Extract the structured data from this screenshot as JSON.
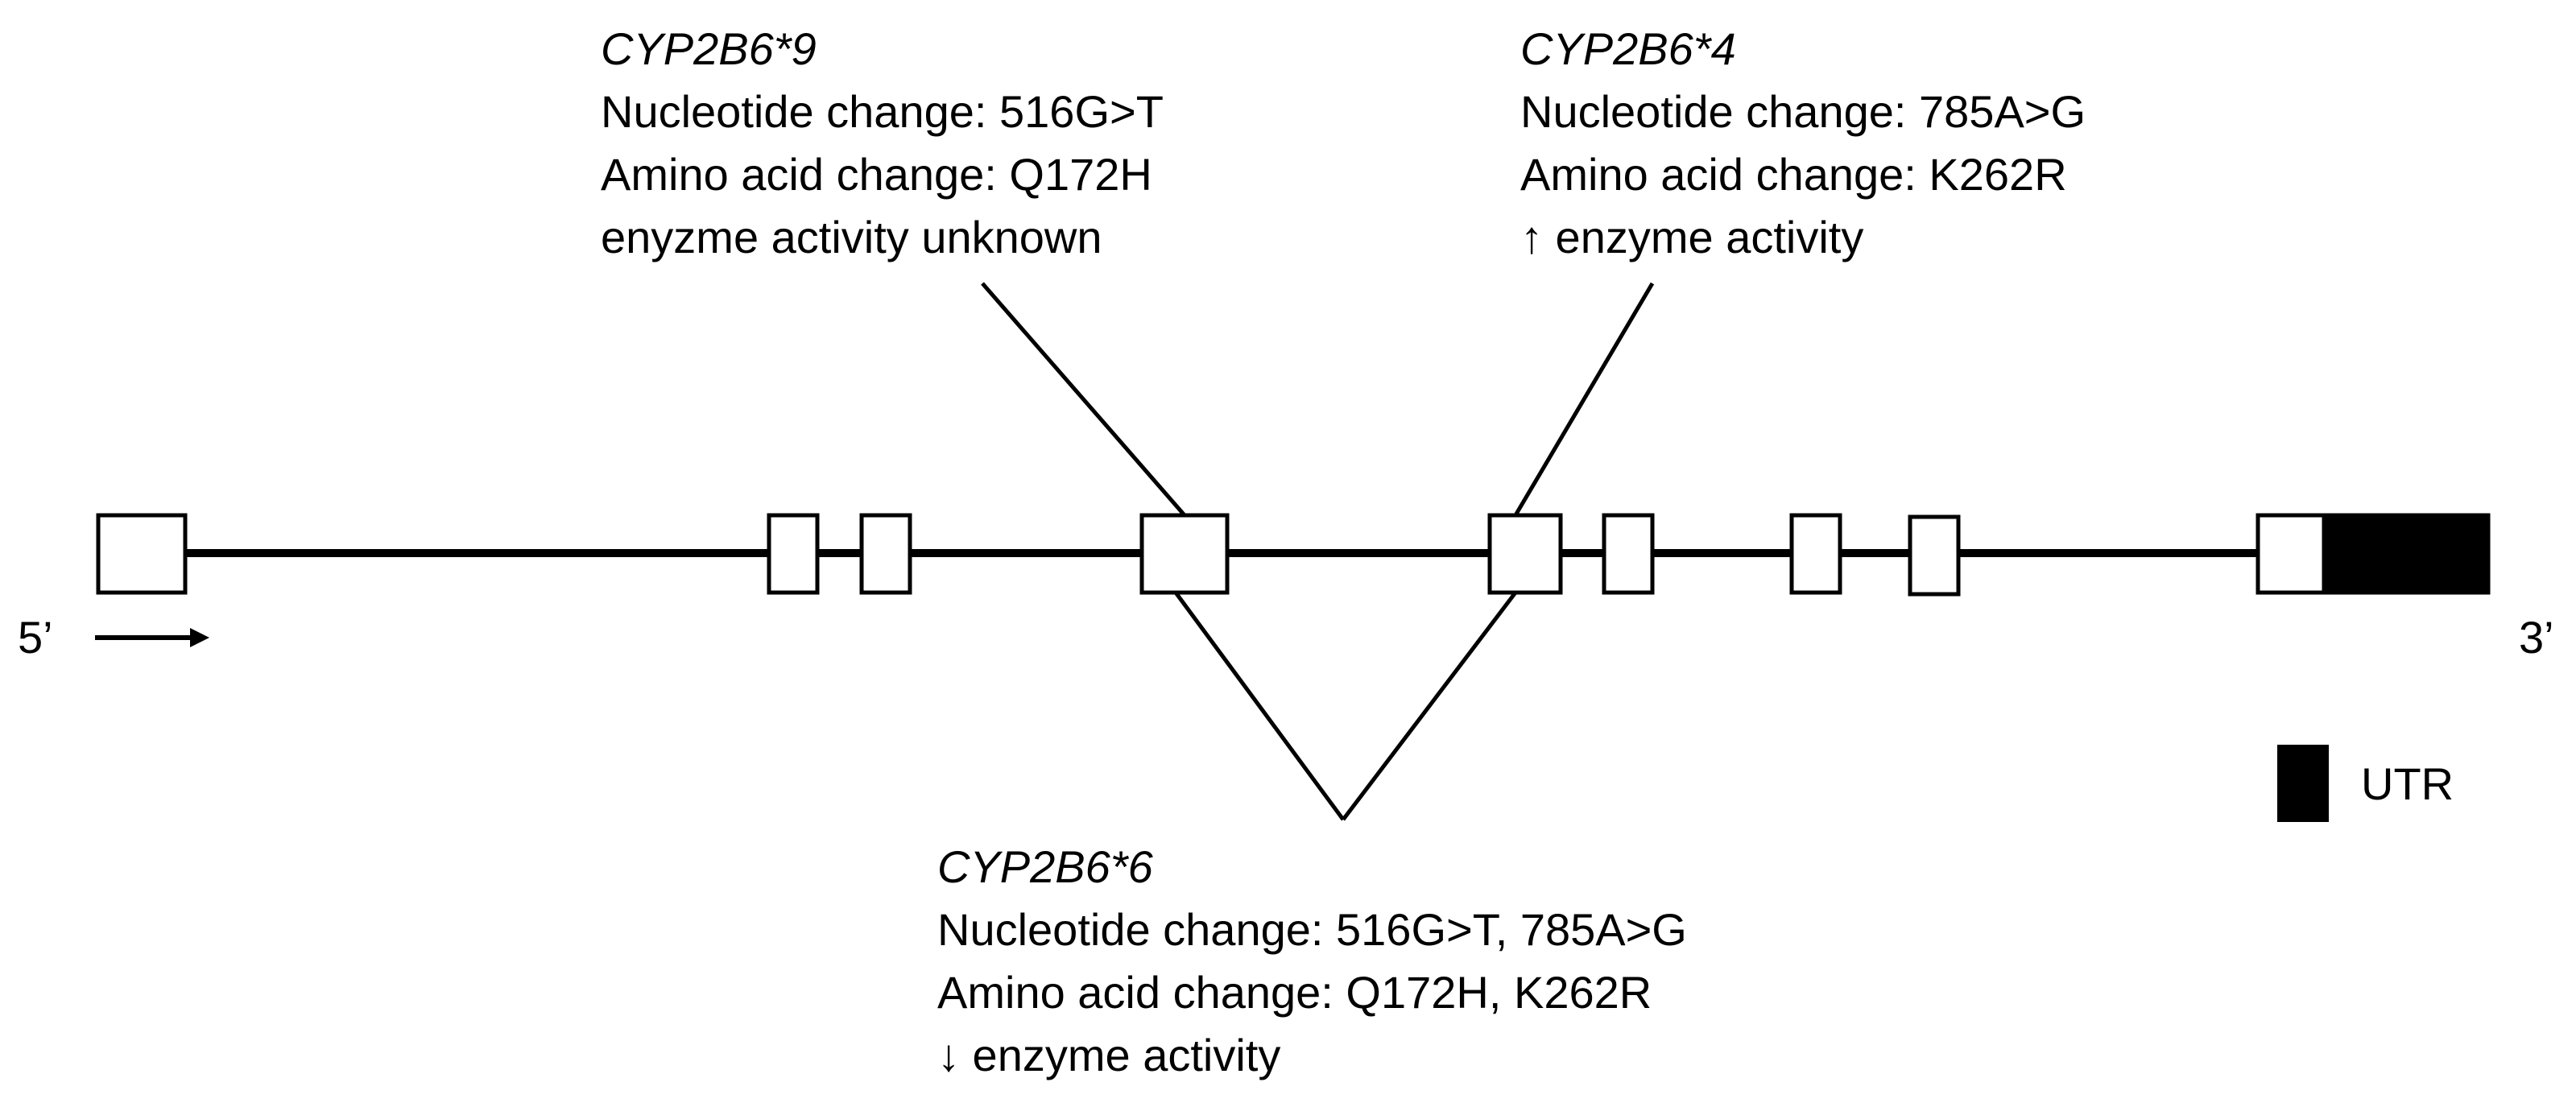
{
  "variants": {
    "star9": {
      "allele": "CYP2B6*9",
      "nucleotide": "Nucleotide change: 516G>T",
      "amino_acid": "Amino acid change: Q172H",
      "activity": "enyzme activity unknown"
    },
    "star4": {
      "allele": "CYP2B6*4",
      "nucleotide": "Nucleotide change: 785A>G",
      "amino_acid": "Amino acid change: K262R",
      "activity": "↑ enzyme activity"
    },
    "star6": {
      "allele": "CYP2B6*6",
      "nucleotide": "Nucleotide change: 516G>T, 785A>G",
      "amino_acid": "Amino acid change: Q172H, K262R",
      "activity": "↓ enzyme activity"
    }
  },
  "gene": {
    "five_prime": "5’",
    "three_prime": "3’"
  },
  "legend": {
    "utr_label": "UTR"
  },
  "colors": {
    "line": "#000000",
    "exon_fill": "#ffffff",
    "utr_fill": "#000000"
  }
}
